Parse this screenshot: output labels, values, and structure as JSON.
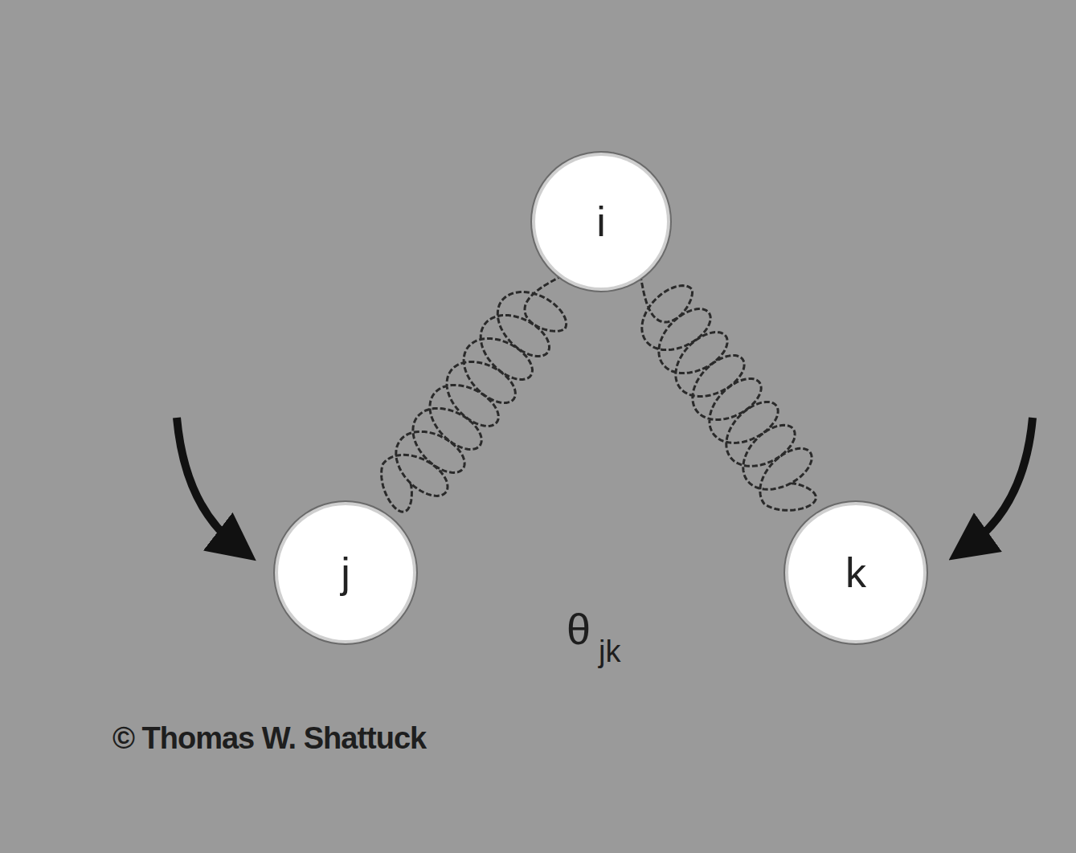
{
  "diagram": {
    "nodes": [
      {
        "text": [
          "i"
        ]
      },
      {
        "text": [
          "j"
        ]
      },
      {
        "text": [
          "k"
        ]
      }
    ],
    "edges": [
      {
        "from": 0,
        "to": 1,
        "arrow": "none"
      },
      {
        "from": 0,
        "to": 2,
        "arrow": "none"
      }
    ],
    "labels": [
      "θ",
      "jk",
      "© Thomas W. Shattuck"
    ]
  }
}
